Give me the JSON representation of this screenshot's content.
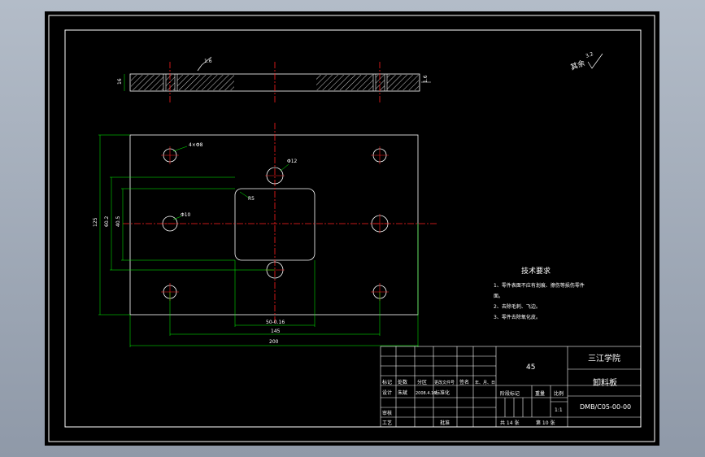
{
  "drawing": {
    "roughness": "其余",
    "roughness_value": "3.2",
    "top_view_roughness": "1.6",
    "side_roughness": "1.6",
    "thickness_label": "16",
    "dims": {
      "overall_width": "200",
      "hole_span": "145",
      "window_width": "50-0.16",
      "overall_height": "125",
      "inner_height": "60.2",
      "inner_height_2": "40.5",
      "chamfer": "R5",
      "hole_dia": "Φ10",
      "hole_note": "4×Φ8",
      "center_hole": "Φ12"
    },
    "tech_req": {
      "title": "技术要求",
      "lines": [
        "1、零件表面不应有划痕、擦伤等损伤零件",
        "面。",
        "2、去除毛刺、飞边。",
        "3、零件去除氧化皮。"
      ]
    }
  },
  "title_block": {
    "material": "45",
    "school": "三江学院",
    "part_name": "卸料板",
    "drawing_no": "DMB/C05-00-00",
    "scale_label": "比例",
    "scale": "1:1",
    "weight_label": "重量",
    "stage_label": "阶段标记",
    "sheets": "共 14 张",
    "sheet_no": "第 10 张",
    "row_labels": [
      "标记",
      "处数",
      "分区",
      "更改文件号",
      "签名",
      "年、月、日"
    ],
    "designer_label": "设计",
    "designer": "朱斌",
    "date": "2008.4.16",
    "std_label": "标准化",
    "check_label": "审核",
    "process_label": "工艺",
    "approve_label": "批准"
  }
}
